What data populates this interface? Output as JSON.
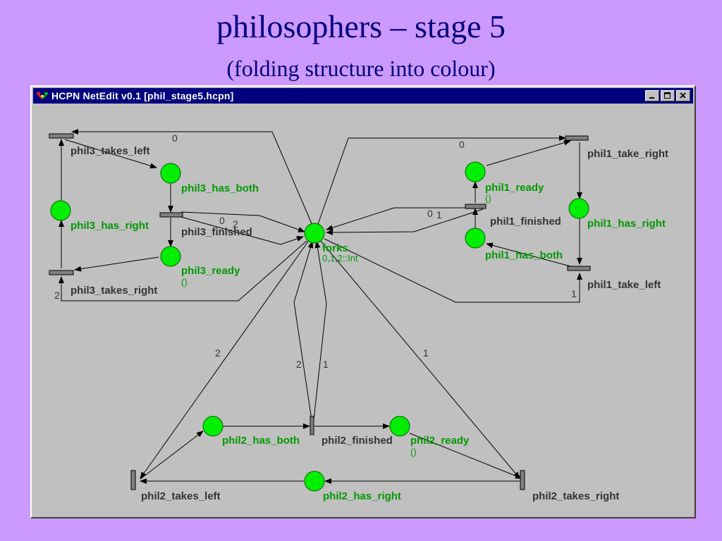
{
  "slide": {
    "title": "philosophers – stage 5",
    "subtitle": "(folding structure into colour)"
  },
  "window": {
    "title": "HCPN NetEdit v0.1 [phil_stage5.hcpn]",
    "controls": [
      "minimize-icon",
      "maximize-icon",
      "close-icon"
    ]
  },
  "colors": {
    "place_fill": "#00ee00",
    "transition_fill": "#808080",
    "place_label": "#009900",
    "transition_label": "#333333",
    "window_bg": "#c0c0c0",
    "titlebar": "#000080",
    "slide_bg": "#cc99ff"
  },
  "net": {
    "places": {
      "forks": {
        "name": "forks",
        "marking": "0,1,2::Int"
      },
      "phil3_has_both": {
        "name": "phil3_has_both"
      },
      "phil3_has_right": {
        "name": "phil3_has_right"
      },
      "phil3_ready": {
        "name": "phil3_ready",
        "marking": "()"
      },
      "phil1_ready": {
        "name": "phil1_ready",
        "marking": "()"
      },
      "phil1_has_both": {
        "name": "phil1_has_both"
      },
      "phil1_has_right": {
        "name": "phil1_has_right"
      },
      "phil2_has_both": {
        "name": "phil2_has_both"
      },
      "phil2_ready": {
        "name": "phil2_ready",
        "marking": "()"
      },
      "phil2_has_right": {
        "name": "phil2_has_right"
      }
    },
    "transitions": {
      "phil3_takes_left": "phil3_takes_left",
      "phil3_finished": "phil3_finished",
      "phil3_takes_right": "phil3_takes_right",
      "phil1_take_right": "phil1_take_right",
      "phil1_finished": "phil1_finished",
      "phil1_take_left": "phil1_take_left",
      "phil2_finished": "phil2_finished",
      "phil2_takes_left": "phil2_takes_left",
      "phil2_takes_right": "phil2_takes_right"
    },
    "arc_inscriptions": {
      "p3_left_in": "0",
      "p3_fin_out_0": "0",
      "p3_fin_out_2": "2",
      "p3_right_in": "2",
      "p1_right_in": "0",
      "p1_fin_out_0": "0",
      "p1_fin_out_1": "1",
      "p1_left_in": "1",
      "p2_left_in": "2",
      "p2_fin_out_2": "2",
      "p2_fin_out_1": "1",
      "p2_right_in": "1"
    }
  }
}
